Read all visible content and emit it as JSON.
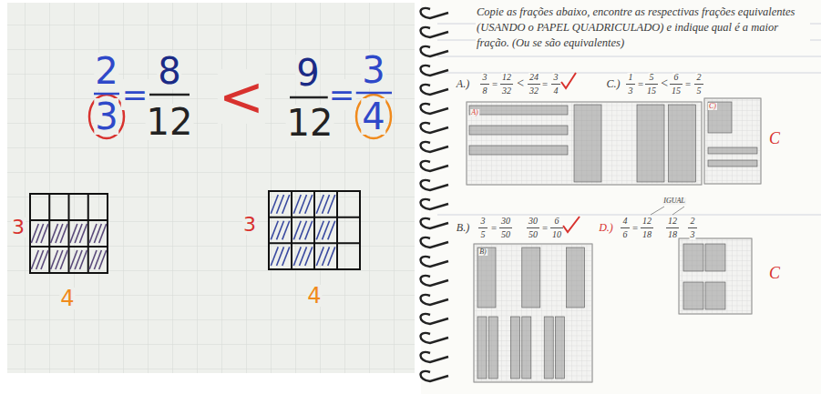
{
  "diagram": {
    "labels": [
      "2",
      "3",
      "=",
      "8",
      "12",
      "<",
      "9",
      "12",
      "=",
      "3",
      "4",
      "3",
      "4",
      "3",
      "4",
      "Copie as frações abaixo, encontre as respectivas frações equivalentes (USANDO o PAPEL QUADRICULADO) e indique qual é a maior fração. (Ou se são equivalentes)",
      "A.)",
      "3",
      "8",
      "=",
      "12",
      "32",
      "<",
      "24",
      "32",
      "=",
      "3",
      "4",
      "C.)",
      "1",
      "3",
      "=",
      "5",
      "15",
      "<",
      "6",
      "15",
      "=",
      "2",
      "5",
      "A)",
      "C)",
      "C",
      "B.)",
      "3",
      "5",
      "=",
      "30",
      "50",
      "30",
      "50",
      "=",
      "6",
      "10",
      "D.)",
      "4",
      "6",
      "=",
      "12",
      "18",
      "IGUAL",
      "12",
      "18",
      "2",
      "3",
      "B)",
      "C"
    ]
  }
}
